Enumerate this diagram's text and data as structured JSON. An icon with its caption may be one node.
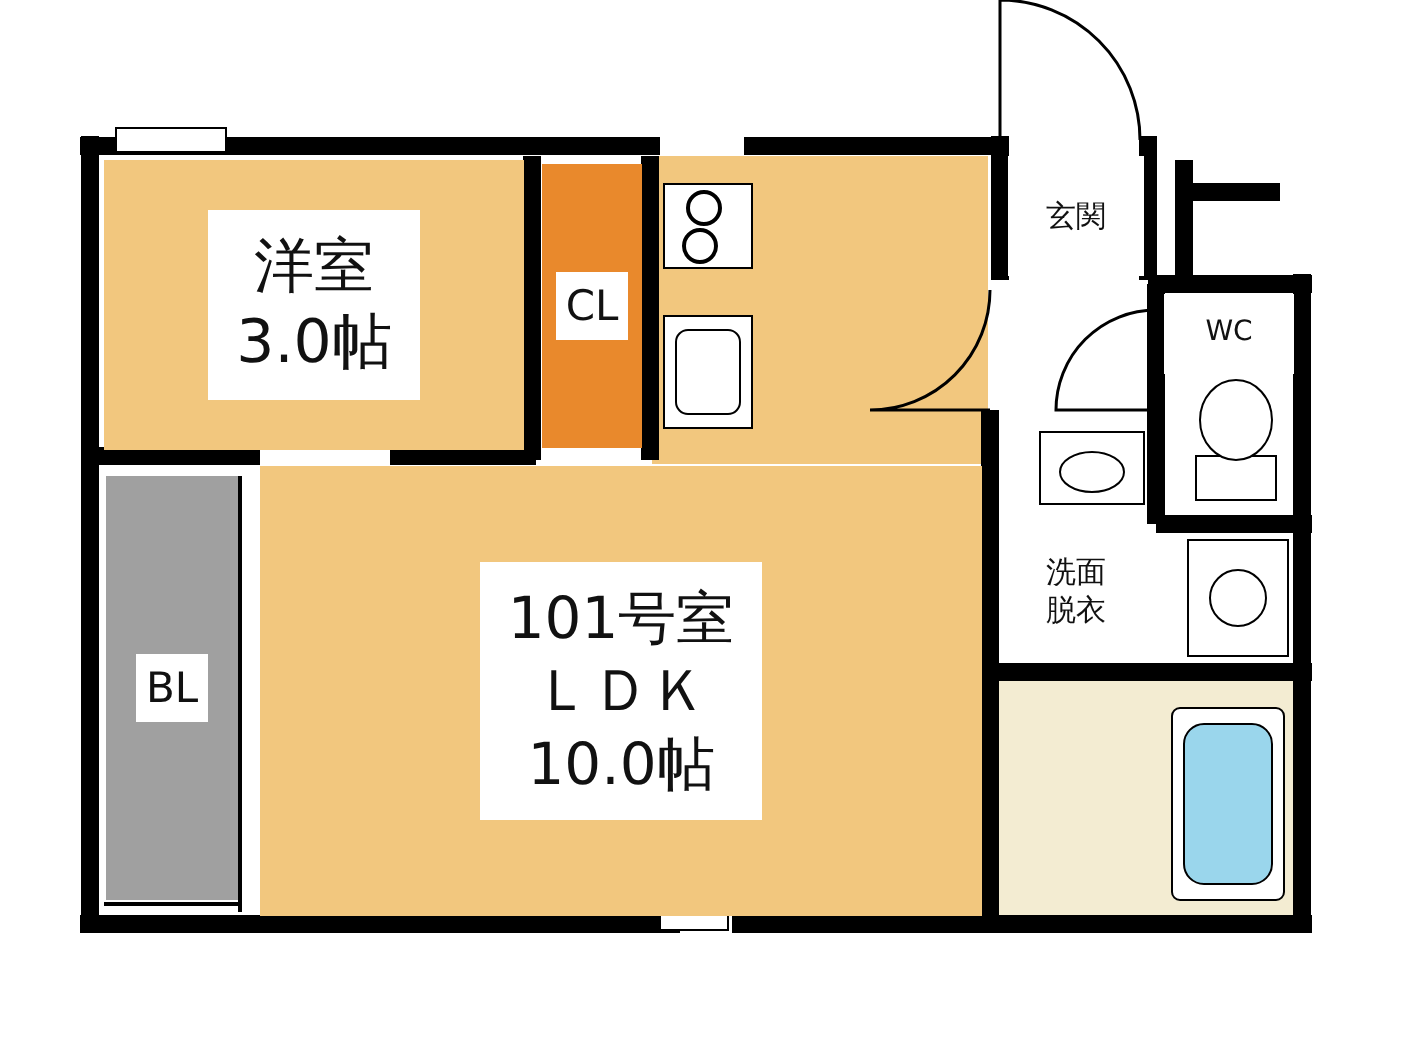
{
  "diagram": {
    "nodes": [
      {
        "text": [
          "洋室",
          "3.0帖"
        ]
      },
      {
        "text": [
          "CL"
        ]
      },
      {
        "text": [
          "101号室",
          "ＬＤＫ",
          "10.0帖"
        ]
      },
      {
        "text": [
          "BL"
        ]
      },
      {
        "text": [
          "玄関"
        ]
      },
      {
        "text": [
          "WC"
        ]
      },
      {
        "text": [
          "洗面脱衣"
        ]
      }
    ]
  }
}
